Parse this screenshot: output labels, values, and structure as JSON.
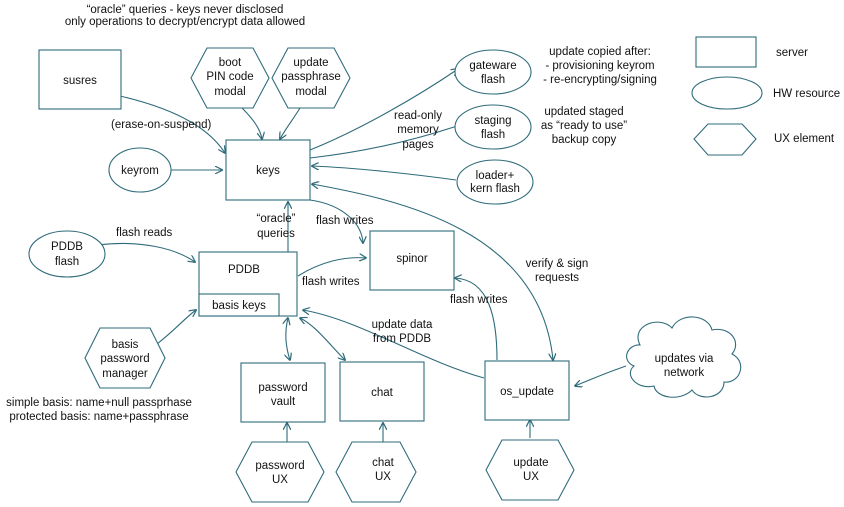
{
  "top_note": [
    "“oracle” queries - keys never disclosed",
    "only operations to decrypt/encrypt data allowed"
  ],
  "nodes": {
    "susres": [
      "susres"
    ],
    "boot_pin": [
      "boot",
      "PIN code",
      "modal"
    ],
    "update_pass": [
      "update",
      "passphrase",
      "modal"
    ],
    "gateware": [
      "gateware",
      "flash"
    ],
    "staging": [
      "staging",
      "flash"
    ],
    "loader": [
      "loader+",
      "kern flash"
    ],
    "keyrom": [
      "keyrom"
    ],
    "keys": [
      "keys"
    ],
    "pddb_flash": [
      "PDDB",
      "flash"
    ],
    "pddb": [
      "PDDB"
    ],
    "basis_keys": [
      "basis keys"
    ],
    "spinor": [
      "spinor"
    ],
    "basis_mgr": [
      "basis",
      "password",
      "manager"
    ],
    "pw_vault": [
      "password",
      "vault"
    ],
    "chat": [
      "chat"
    ],
    "os_update": [
      "os_update"
    ],
    "network": [
      "updates via",
      "network"
    ],
    "pw_ux": [
      "password",
      "UX"
    ],
    "chat_ux": [
      "chat",
      "UX"
    ],
    "update_ux": [
      "update",
      "UX"
    ]
  },
  "labels": {
    "gateware_note": [
      "update copied after:",
      "- provisioning keyrom",
      "- re-encrypting/signing"
    ],
    "staging_note": [
      "updated staged",
      "as “ready to use”",
      "backup copy"
    ],
    "read_only": [
      "read-only",
      "memory",
      "pages"
    ],
    "erase": [
      "(erase-on-suspend)"
    ],
    "oracle": [
      "“oracle”",
      "queries"
    ],
    "flash_writes_keys": [
      "flash writes"
    ],
    "flash_reads": [
      "flash reads"
    ],
    "flash_writes_pddb": [
      "flash writes"
    ],
    "flash_writes_os": [
      "flash writes"
    ],
    "verify": [
      "verify & sign",
      "requests"
    ],
    "update_data": [
      "update data",
      "from PDDB"
    ],
    "basis_note": [
      "simple basis: name+null passprhase",
      "protected basis: name+passphrase"
    ]
  },
  "legend": {
    "server": [
      "server"
    ],
    "hw": [
      "HW resource"
    ],
    "ux": [
      "UX element"
    ]
  },
  "colors": {
    "stroke": "#2f6b7a",
    "text": "#111111"
  }
}
